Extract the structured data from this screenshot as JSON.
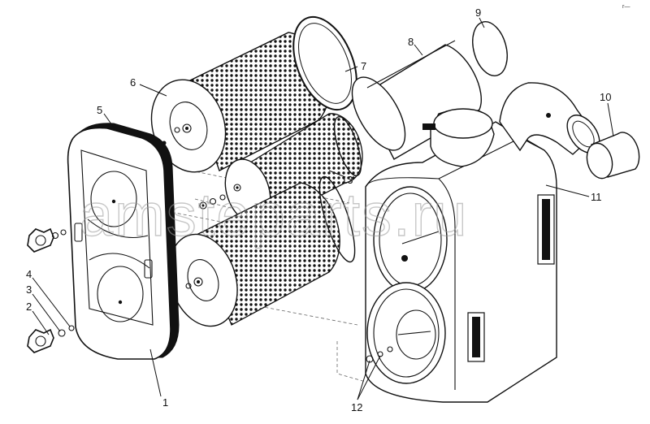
{
  "corner_mark": "г—",
  "watermark": "amsteparts.ru",
  "callouts": [
    {
      "id": "c1",
      "label": "1"
    },
    {
      "id": "c2",
      "label": "2"
    },
    {
      "id": "c3",
      "label": "3"
    },
    {
      "id": "c4",
      "label": "4"
    },
    {
      "id": "c5",
      "label": "5"
    },
    {
      "id": "c6",
      "label": "6"
    },
    {
      "id": "c7",
      "label": "7"
    },
    {
      "id": "c8",
      "label": "8"
    },
    {
      "id": "c9",
      "label": "9"
    },
    {
      "id": "c10",
      "label": "10"
    },
    {
      "id": "c11",
      "label": "11"
    },
    {
      "id": "c12",
      "label": "12"
    },
    {
      "id": "c13",
      "label": "13"
    }
  ],
  "colors": {
    "line": "#111111",
    "background": "#ffffff",
    "watermark": "#9a9a9a"
  }
}
